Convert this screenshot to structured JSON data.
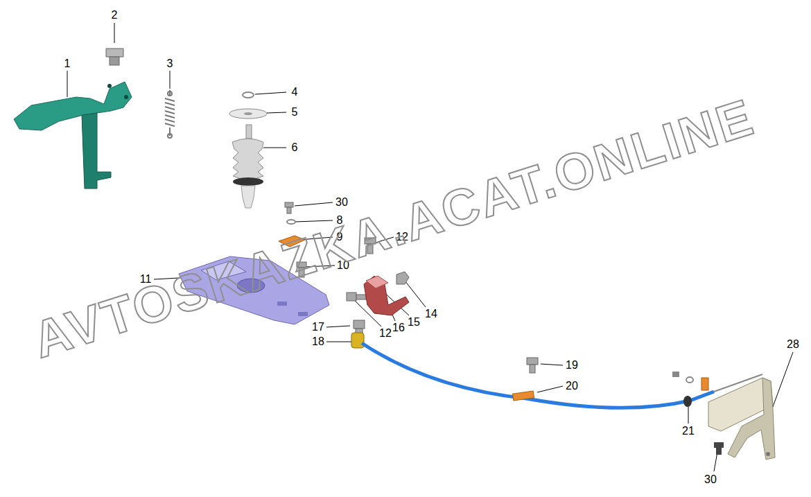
{
  "diagram": {
    "labels": [
      "1",
      "2",
      "3",
      "4",
      "5",
      "6",
      "30",
      "8",
      "9",
      "12",
      "10",
      "11",
      "14",
      "15",
      "16",
      "12",
      "17",
      "18",
      "19",
      "20",
      "21",
      "28",
      "30",
      "AVTOSKAZKA.ACAT.ONLINE"
    ]
  }
}
